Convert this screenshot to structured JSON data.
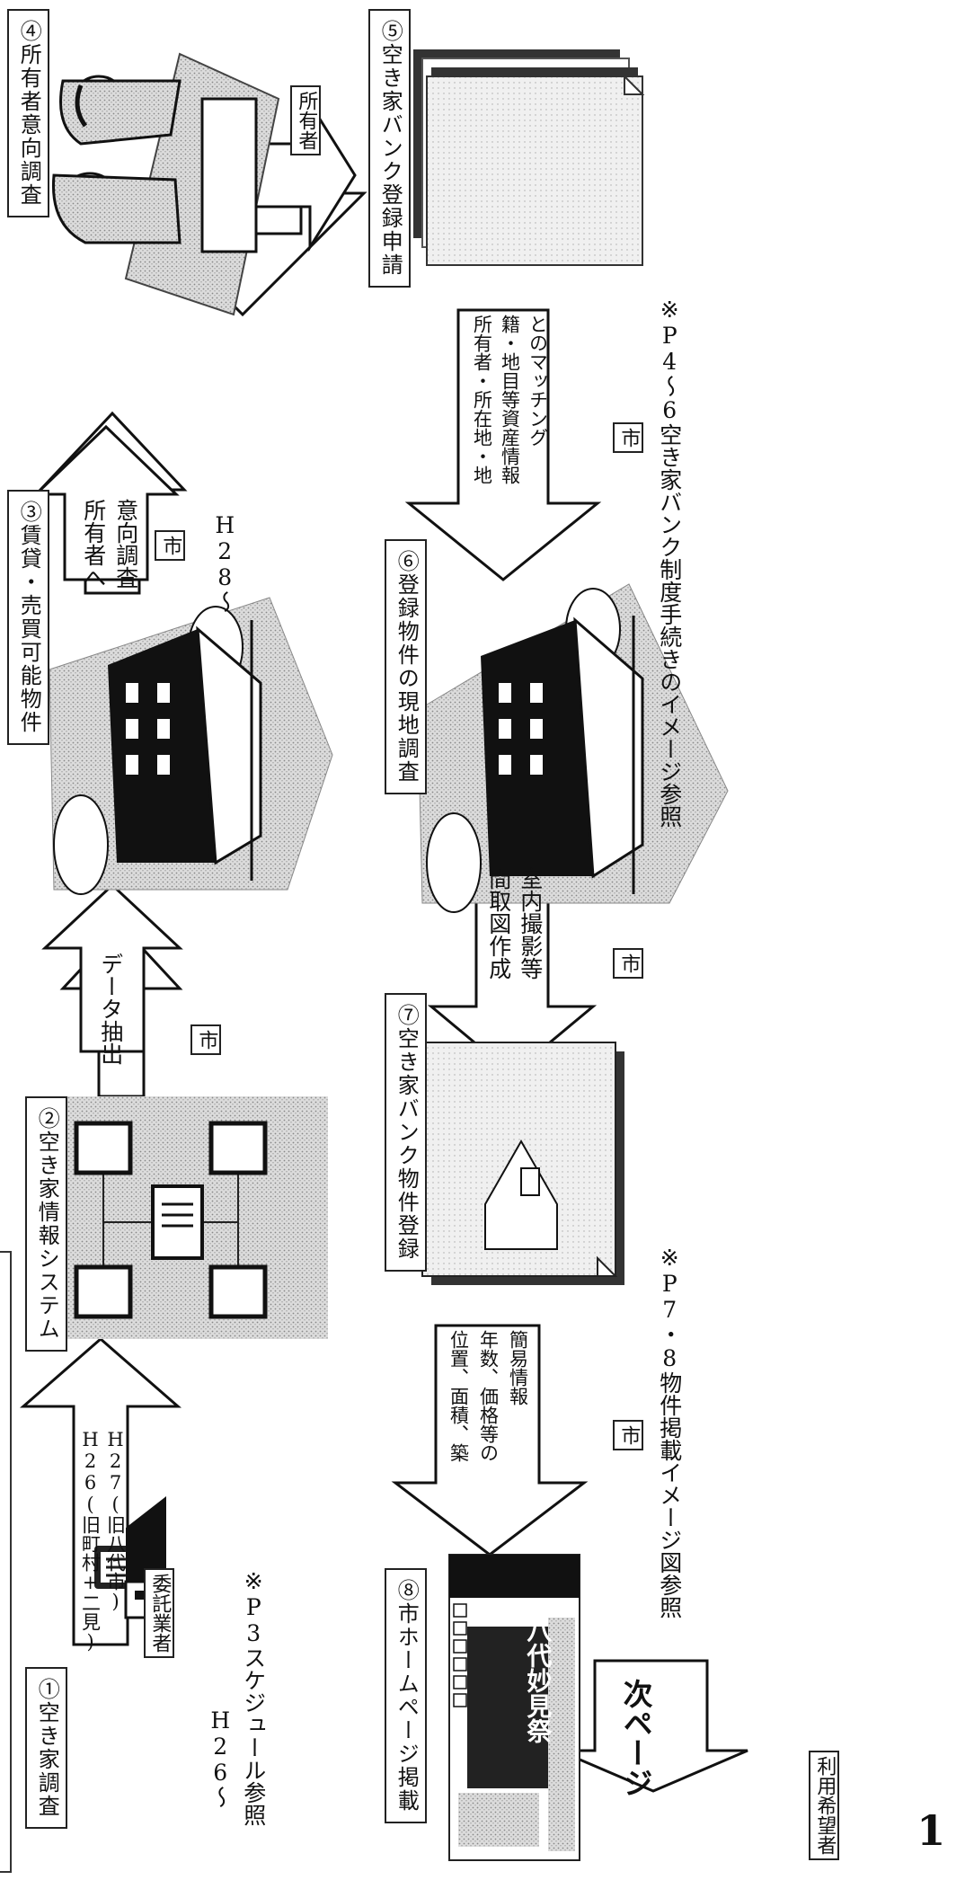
{
  "steps": {
    "s1": "①空き家調査",
    "s2": "②空き家情報システム",
    "s3": "③賃貸・売買可能物件",
    "s4": "④所有者意向調査",
    "s5": "⑤空き家バンク登録申請",
    "s6": "⑥登録物件の現地調査",
    "s7": "⑦空き家バンク物件登録",
    "s8": "⑧市ホームページ掲載"
  },
  "arrows": {
    "a1_l1": "H26(旧町村+二見)",
    "a1_l2": "H27(旧八代市)",
    "a2": "データ抽出",
    "a3_l1": "所有者へ",
    "a3_l2": "意向調査",
    "a5_l1": "所有者・所在地・地",
    "a5_l2": "籍・地目等資産情報",
    "a5_l3": "とのマッチング",
    "a6_l1": "間取図作成",
    "a6_l2": "室内撮影等",
    "a7_l1": "位置、面積、築",
    "a7_l2": "年数、価格等の",
    "a7_l3": "簡易情報",
    "next": "次ページ"
  },
  "actors": {
    "contractor": "委託業者",
    "city": "市",
    "owner": "所有者",
    "user": "利用希望者"
  },
  "periods": {
    "h26": "H26〜",
    "h28": "H28〜"
  },
  "notes": {
    "p3": "※P3スケジュール参照",
    "p46": "※P4〜6空き家バンク制度手続きのイメージ参照",
    "p78": "※P7・8物件掲載イメージ図参照"
  },
  "homepage": {
    "title": "八代妙見祭"
  },
  "page_number": "1"
}
